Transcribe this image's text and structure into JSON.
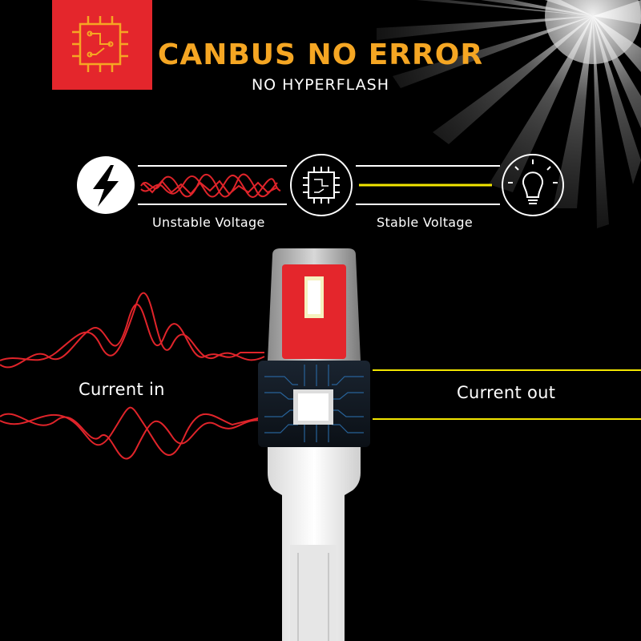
{
  "header": {
    "title": "CANBUS NO ERROR",
    "subtitle": "NO HYPERFLASH"
  },
  "diagram": {
    "unstable_label": "Unstable Voltage",
    "stable_label": "Stable Voltage"
  },
  "bulb": {
    "current_in_label": "Current in",
    "current_out_label": "Current out"
  },
  "icons": [
    "chip-icon",
    "lightning-icon",
    "chip-icon",
    "lightbulb-icon"
  ],
  "colors": {
    "accent_orange": "#f5a623",
    "wave_red": "#e0242a",
    "line_yellow": "#f2e600",
    "led_red": "#e4262c",
    "white": "#ffffff",
    "background": "#000000"
  }
}
